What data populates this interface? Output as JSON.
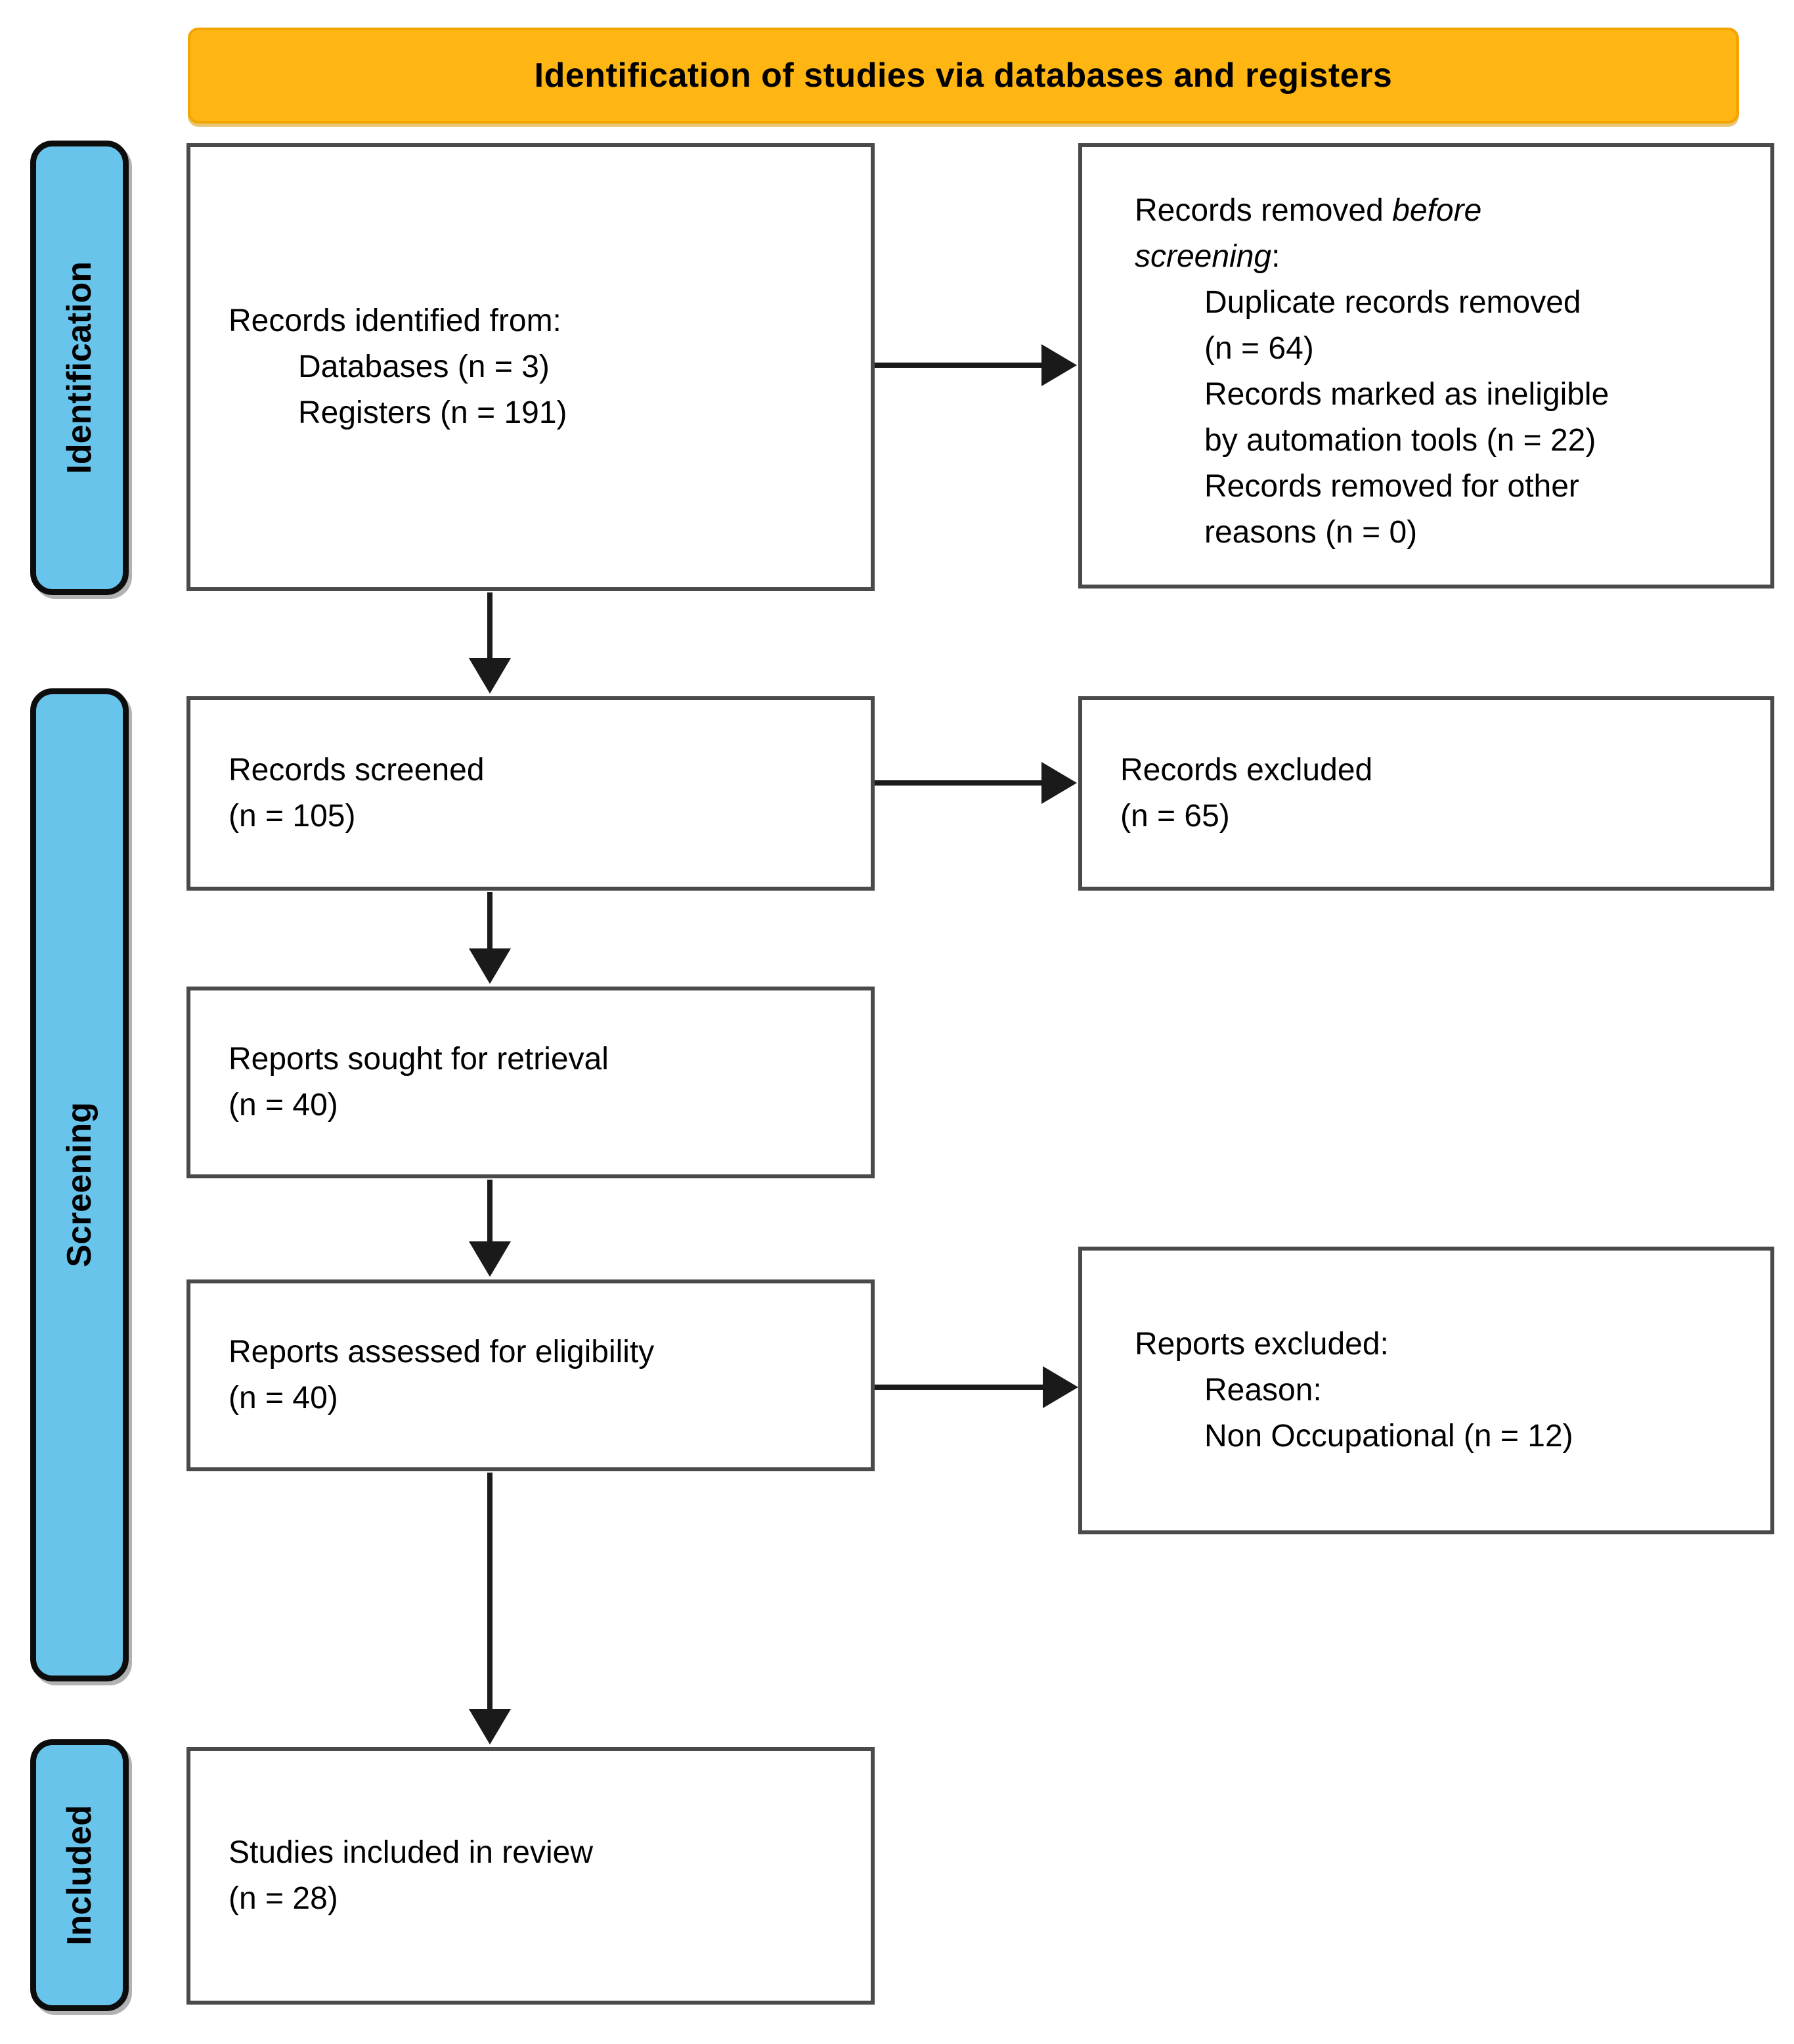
{
  "banner": {
    "label": "Identification of studies via databases and registers"
  },
  "stages": [
    {
      "label": "Identification"
    },
    {
      "label": "Screening"
    },
    {
      "label": "Included"
    }
  ],
  "boxes": {
    "records_identified": {
      "lines": [
        {
          "ind": 0,
          "seg": [
            {
              "t": "Records identified from:"
            }
          ]
        },
        {
          "ind": 1,
          "seg": [
            {
              "t": "Databases (n = 3)"
            }
          ]
        },
        {
          "ind": 1,
          "seg": [
            {
              "t": "Registers (n = 191)"
            }
          ]
        }
      ]
    },
    "records_removed": {
      "lines": [
        {
          "ind": 0,
          "seg": [
            {
              "t": "Records removed "
            },
            {
              "t": "before",
              "i": true
            }
          ]
        },
        {
          "ind": 0,
          "seg": [
            {
              "t": "screening",
              "i": true
            },
            {
              "t": ":"
            }
          ]
        },
        {
          "ind": 1,
          "seg": [
            {
              "t": "Duplicate records removed"
            }
          ]
        },
        {
          "ind": 1,
          "seg": [
            {
              "t": "(n = 64)"
            }
          ]
        },
        {
          "ind": 1,
          "seg": [
            {
              "t": "Records marked as ineligible"
            }
          ]
        },
        {
          "ind": 1,
          "seg": [
            {
              "t": "by automation tools (n = 22)"
            }
          ]
        },
        {
          "ind": 1,
          "seg": [
            {
              "t": "Records removed for other"
            }
          ]
        },
        {
          "ind": 1,
          "seg": [
            {
              "t": "reasons (n = 0)"
            }
          ]
        }
      ]
    },
    "records_screened": {
      "lines": [
        {
          "ind": 0,
          "seg": [
            {
              "t": "Records screened"
            }
          ]
        },
        {
          "ind": 0,
          "seg": [
            {
              "t": "(n = 105)"
            }
          ]
        }
      ]
    },
    "records_excluded": {
      "lines": [
        {
          "ind": 0,
          "seg": [
            {
              "t": "Records excluded"
            }
          ]
        },
        {
          "ind": 0,
          "seg": [
            {
              "t": "(n = 65)"
            }
          ]
        }
      ]
    },
    "reports_sought": {
      "lines": [
        {
          "ind": 0,
          "seg": [
            {
              "t": "Reports sought for retrieval"
            }
          ]
        },
        {
          "ind": 0,
          "seg": [
            {
              "t": "(n = 40)"
            }
          ]
        }
      ]
    },
    "reports_assessed": {
      "lines": [
        {
          "ind": 0,
          "seg": [
            {
              "t": "Reports assessed for eligibility"
            }
          ]
        },
        {
          "ind": 0,
          "seg": [
            {
              "t": "(n = 40)"
            }
          ]
        }
      ]
    },
    "reports_excluded": {
      "lines": [
        {
          "ind": 0,
          "seg": [
            {
              "t": "Reports excluded:"
            }
          ]
        },
        {
          "ind": 1,
          "seg": [
            {
              "t": "Reason:"
            }
          ]
        },
        {
          "ind": 1,
          "seg": [
            {
              "t": "Non Occupational (n = 12)"
            }
          ]
        }
      ]
    },
    "studies_included": {
      "lines": [
        {
          "ind": 0,
          "seg": [
            {
              "t": "Studies included in review"
            }
          ]
        },
        {
          "ind": 0,
          "seg": [
            {
              "t": "(n = 28)"
            }
          ]
        }
      ]
    }
  },
  "colors": {
    "banner_bg": "#FFB612",
    "stage_bg": "#69C4EC",
    "box_border": "#4A4A4A",
    "arrow": "#1A1A1A"
  }
}
